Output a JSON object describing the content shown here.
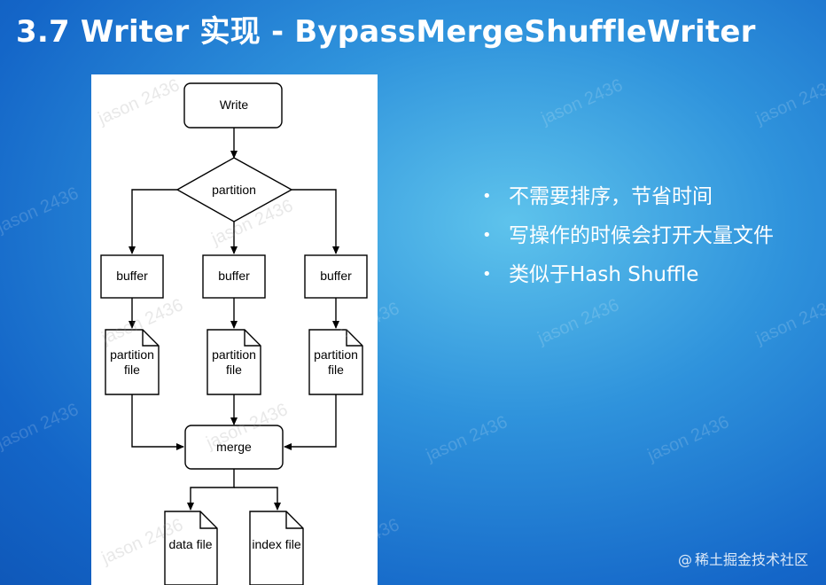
{
  "slide": {
    "title": "3.7 Writer 实现 - BypassMergeShuffleWriter"
  },
  "diagram": {
    "write_label": "Write",
    "partition_label": "partition",
    "buffer_label": "buffer",
    "partition_file_line1": "partition",
    "partition_file_line2": "file",
    "merge_label": "merge",
    "data_file_label": "data file",
    "index_file_label": "index file"
  },
  "bullets": [
    "不需要排序，节省时间",
    "写操作的时候会打开大量文件",
    "类似于Hash Shuffle"
  ],
  "watermark": {
    "text": "jason 2436"
  },
  "footer": {
    "at_symbol": "@",
    "site": "稀土掘金技术社区"
  },
  "colors": {
    "background": "#2f93dc",
    "title": "#ffffff",
    "diagram_stroke": "#000000"
  }
}
